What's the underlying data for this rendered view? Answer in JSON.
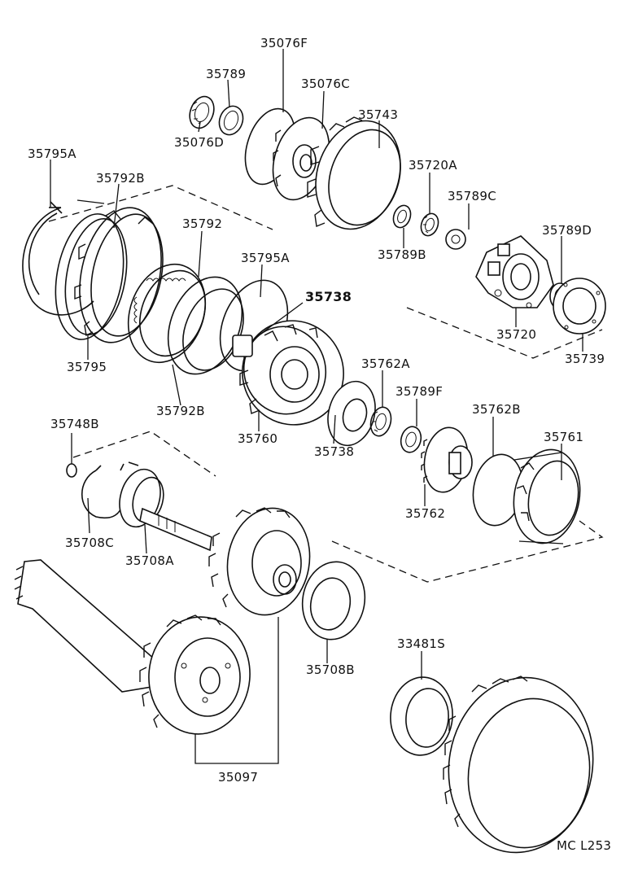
{
  "diagram": {
    "code": "MC L253",
    "parts": [
      {
        "id": "35076F",
        "label": "35076F"
      },
      {
        "id": "35789",
        "label": "35789"
      },
      {
        "id": "35076C",
        "label": "35076C"
      },
      {
        "id": "35743",
        "label": "35743"
      },
      {
        "id": "35076D",
        "label": "35076D"
      },
      {
        "id": "35795A_top",
        "label": "35795A"
      },
      {
        "id": "35792B_top",
        "label": "35792B"
      },
      {
        "id": "35720A",
        "label": "35720A"
      },
      {
        "id": "35789C",
        "label": "35789C"
      },
      {
        "id": "35792",
        "label": "35792"
      },
      {
        "id": "35789D",
        "label": "35789D"
      },
      {
        "id": "35795A_mid",
        "label": "35795A"
      },
      {
        "id": "35789B",
        "label": "35789B"
      },
      {
        "id": "35738_bold",
        "label": "35738"
      },
      {
        "id": "35720",
        "label": "35720"
      },
      {
        "id": "35739",
        "label": "35739"
      },
      {
        "id": "35795",
        "label": "35795"
      },
      {
        "id": "35762A",
        "label": "35762A"
      },
      {
        "id": "35789F",
        "label": "35789F"
      },
      {
        "id": "35792B_bot",
        "label": "35792B"
      },
      {
        "id": "35762B",
        "label": "35762B"
      },
      {
        "id": "35748B",
        "label": "35748B"
      },
      {
        "id": "35761",
        "label": "35761"
      },
      {
        "id": "35760",
        "label": "35760"
      },
      {
        "id": "35738",
        "label": "35738"
      },
      {
        "id": "35762",
        "label": "35762"
      },
      {
        "id": "35708C",
        "label": "35708C"
      },
      {
        "id": "35708A",
        "label": "35708A"
      },
      {
        "id": "33481S",
        "label": "33481S"
      },
      {
        "id": "35708B",
        "label": "35708B"
      },
      {
        "id": "35097",
        "label": "35097"
      }
    ]
  }
}
